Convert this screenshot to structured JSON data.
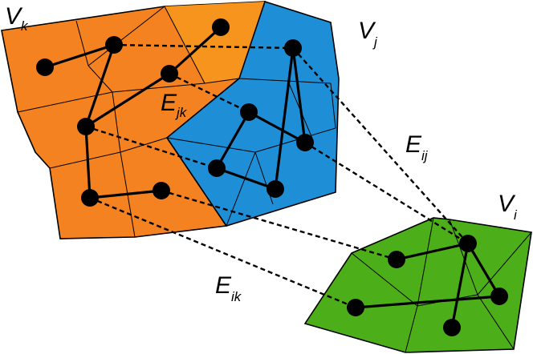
{
  "colors": {
    "region_k": "#f58220",
    "region_k_light": "#f7941d",
    "region_j": "#1e8fd6",
    "region_i": "#4caf1a",
    "line": "#000000"
  },
  "labels": {
    "vk": {
      "main": "V",
      "sub": "k"
    },
    "vj": {
      "main": "V",
      "sub": "j"
    },
    "vi": {
      "main": "V",
      "sub": "i"
    },
    "ejk": {
      "main": "E",
      "sub": "jk"
    },
    "eij": {
      "main": "E",
      "sub": "ij"
    },
    "eik": {
      "main": "E",
      "sub": "ik"
    }
  }
}
